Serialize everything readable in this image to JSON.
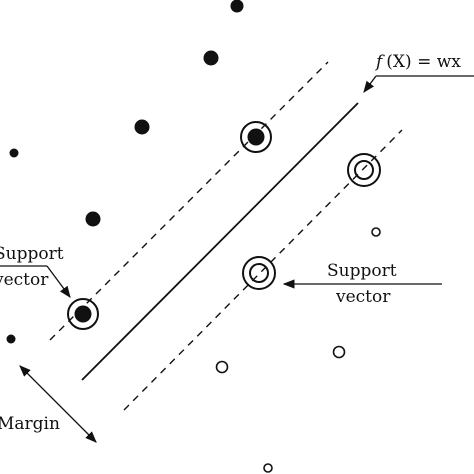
{
  "labels": {
    "function_prefix": "f",
    "function_rest": "(X) = wx",
    "support_vector_left_line1": "Support",
    "support_vector_left_line2": "vector",
    "support_vector_right_line1": "Support",
    "support_vector_right_line2": "vector",
    "margin": "Margin"
  },
  "colors": {
    "ink": "#111111",
    "background": "#ffffff"
  }
}
